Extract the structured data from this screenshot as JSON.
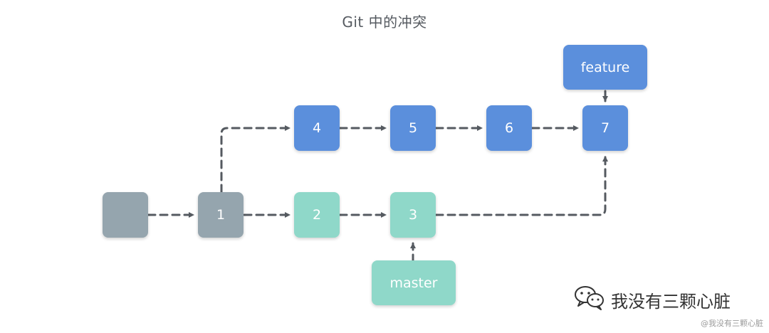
{
  "title": "Git 中的冲突",
  "nodes": {
    "root": "",
    "n1": "1",
    "n2": "2",
    "n3": "3",
    "n4": "4",
    "n5": "5",
    "n6": "6",
    "n7": "7"
  },
  "branches": {
    "feature": "feature",
    "master": "master"
  },
  "watermark": {
    "main": "我没有三颗心脏",
    "small": "@我没有三颗心脏",
    "icon": "wechat-icon"
  },
  "colors": {
    "base_commit": "#95a5ae",
    "feature_commit": "#5b8fdc",
    "master_commit": "#8fd8c9",
    "edge": "#555a60"
  }
}
